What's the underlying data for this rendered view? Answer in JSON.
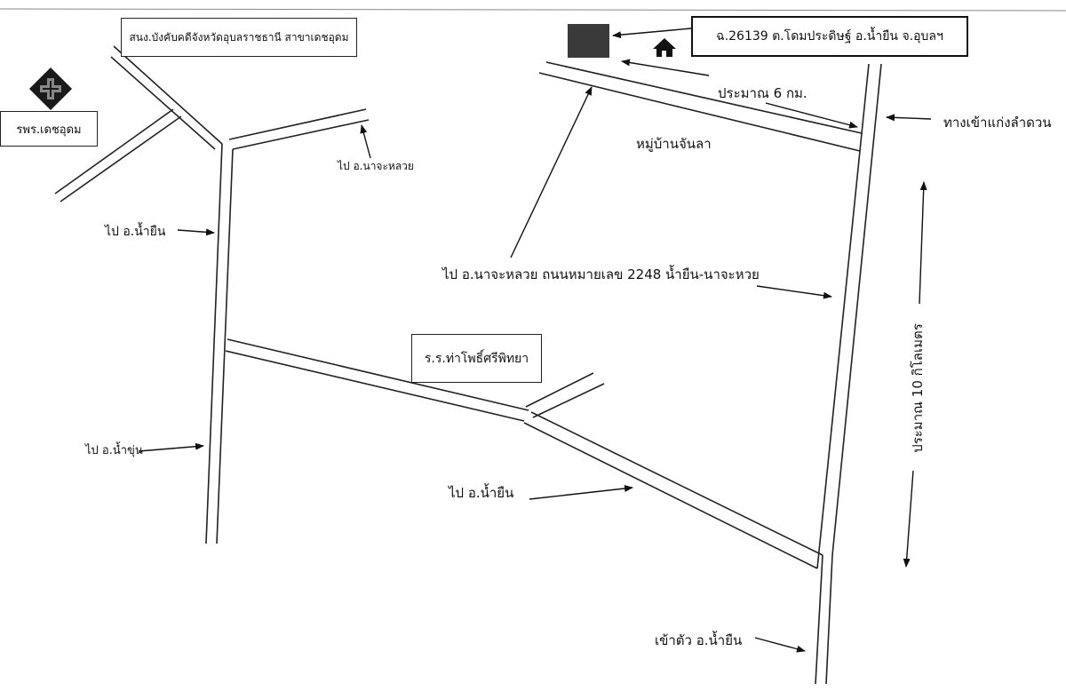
{
  "labels": {
    "office_branch": "สนง.บังคับคดีจังหวัดอุบลราชธานี สาขาเดชอุดม",
    "hospital": "รพร.เดชอุดม",
    "to_najaluay": "ไป อ.นาจะหลวย",
    "to_namyuen_left": "ไป อ.น้ำยืน",
    "to_namkhun": "ไป อ.น้ำขุ่น",
    "property": "ฉ.26139 ต.โดมประดิษฐ์ อ.น้ำยืน จ.อุบลฯ",
    "approx_6km": "ประมาณ 6 กม.",
    "kaeng_entrance": "ทางเข้าแก่งลำดวน",
    "village": "หมู่บ้านจันลา",
    "road_2248": "ไป อ.นาจะหลวย ถนนหมายเลข 2248 น้ำยืน-นาจะหวย",
    "school": "ร.ร.ท่าโพธิ์ศรีพิทยา",
    "approx_10km": "ประมาณ 10 กิโลเมตร",
    "to_namyuen_mid": "ไป อ.น้ำยืน",
    "into_namyuen": "เข้าตัว อ.น้ำยืน"
  },
  "colors": {
    "road": "#222222",
    "property_marker": "#3a3a3a",
    "hospital_icon": "#1a1a1a"
  },
  "icons": {
    "hospital": "cross-diamond-icon",
    "property": "filled-square-icon",
    "home": "house-icon"
  }
}
